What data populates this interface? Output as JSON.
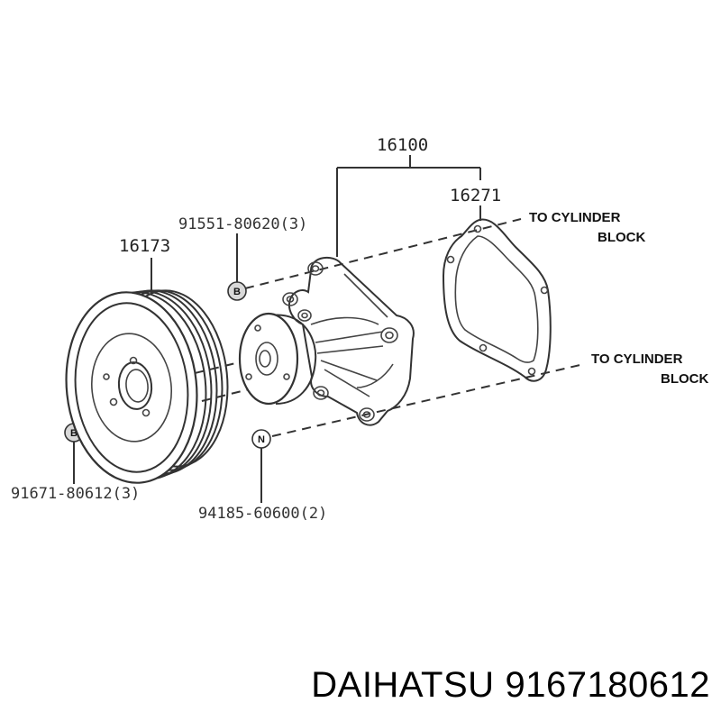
{
  "callouts": {
    "assembly": "16100",
    "gasket": "16271",
    "pulley": "16173",
    "bolt_top": "91551-80620(3)",
    "bolt_bottom": "91671-80612(3)",
    "nut": "94185-60600(2)"
  },
  "badges": {
    "bolt_top": "B",
    "bolt_bottom": "B",
    "nut": "N"
  },
  "notes": {
    "upper_line1": "TO  CYLINDER",
    "upper_line2": "BLOCK",
    "lower_line1": "TO  CYLINDER",
    "lower_line2": "BLOCK"
  },
  "footer": {
    "brand": "DAIHATSU",
    "part_number": "9167180612"
  }
}
